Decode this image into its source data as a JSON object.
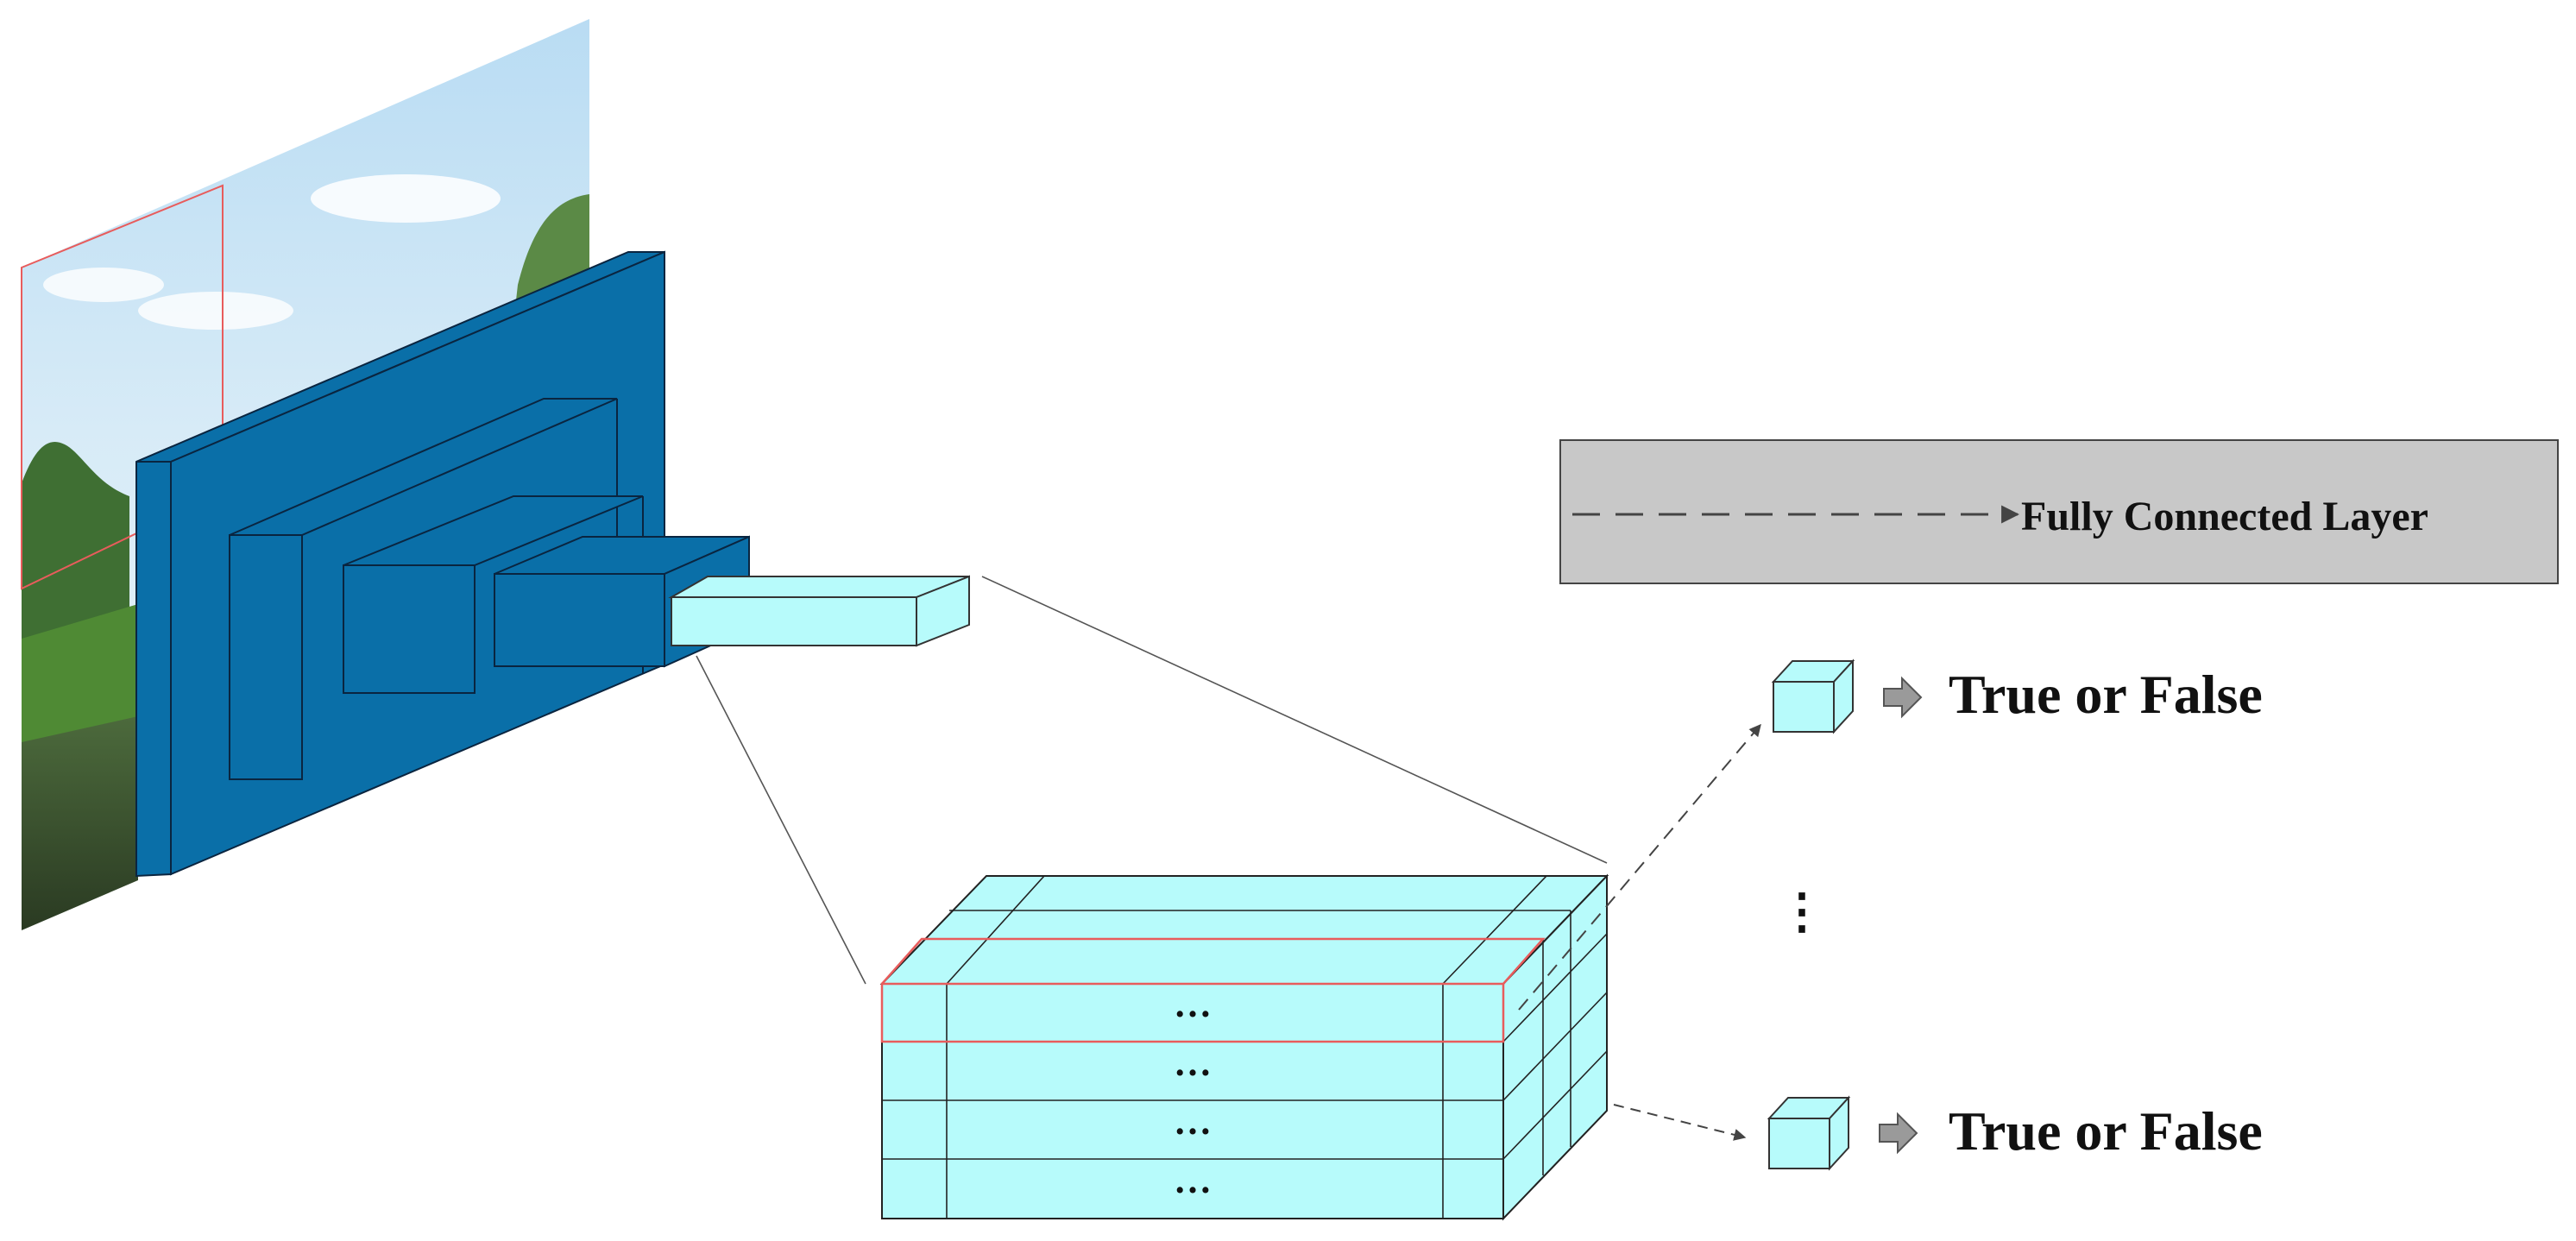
{
  "legend": {
    "label": "Fully Connected Layer"
  },
  "outputs": [
    {
      "label": "True or False"
    },
    {
      "label": "True or False"
    }
  ],
  "feature_map": {
    "row_ellipsis": [
      "…",
      "…",
      "…",
      "…"
    ]
  },
  "vertical_ellipsis": "⋮",
  "colors": {
    "conv_blue": "#0A6FA8",
    "cube_cyan": "#B7FBFB",
    "highlight_red": "#E85C5C",
    "legend_gray": "#C8C8C8",
    "arrow_gray": "#9A9A9A"
  }
}
